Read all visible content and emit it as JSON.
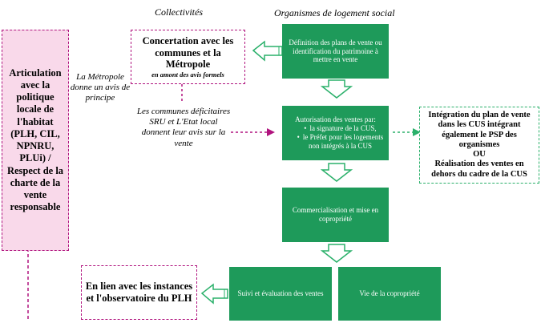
{
  "headers": {
    "left": "Collectivités",
    "right": "Organismes de logement social"
  },
  "left_panel": {
    "text": "Articulation avec la politique locale de l'habitat (PLH, CIL, NPNRU, PLUi) / Respect de la charte de la vente responsable"
  },
  "concertation": {
    "title": "Concertation avec les communes et la Métropole",
    "subtitle": "en amont des avis formels"
  },
  "metropole_note": "La Métropole donne un avis de principe",
  "communes_note": "Les communes déficitaires SRU et L'Etat local donnent leur avis sur la vente",
  "steps": {
    "step1": "Définition des plans de vente ou identification du patrimoine à mettre en vente",
    "step2_title": "Autorisation des ventes par:",
    "step2_items": [
      "la signature de la CUS,",
      "le Préfet pour les logements non intégrés à la CUS"
    ],
    "step3": "Commercialisation et mise en copropriété",
    "step4a": "Suivi et évaluation des ventes",
    "step4b": "Vie de la copropriété"
  },
  "integration": {
    "line1": "Intégration du plan de vente dans les CUS intégrant également le PSP des organismes",
    "or": "OU",
    "line2": "Réalisation des ventes en dehors du cadre de la CUS"
  },
  "plh": {
    "text": "En lien avec les instances et l'observatoire du PLH"
  },
  "colors": {
    "green": "#1e9a5a",
    "magenta": "#b0137e",
    "pink_fill": "#f9d9ea",
    "green_dash": "#2ab06a"
  }
}
